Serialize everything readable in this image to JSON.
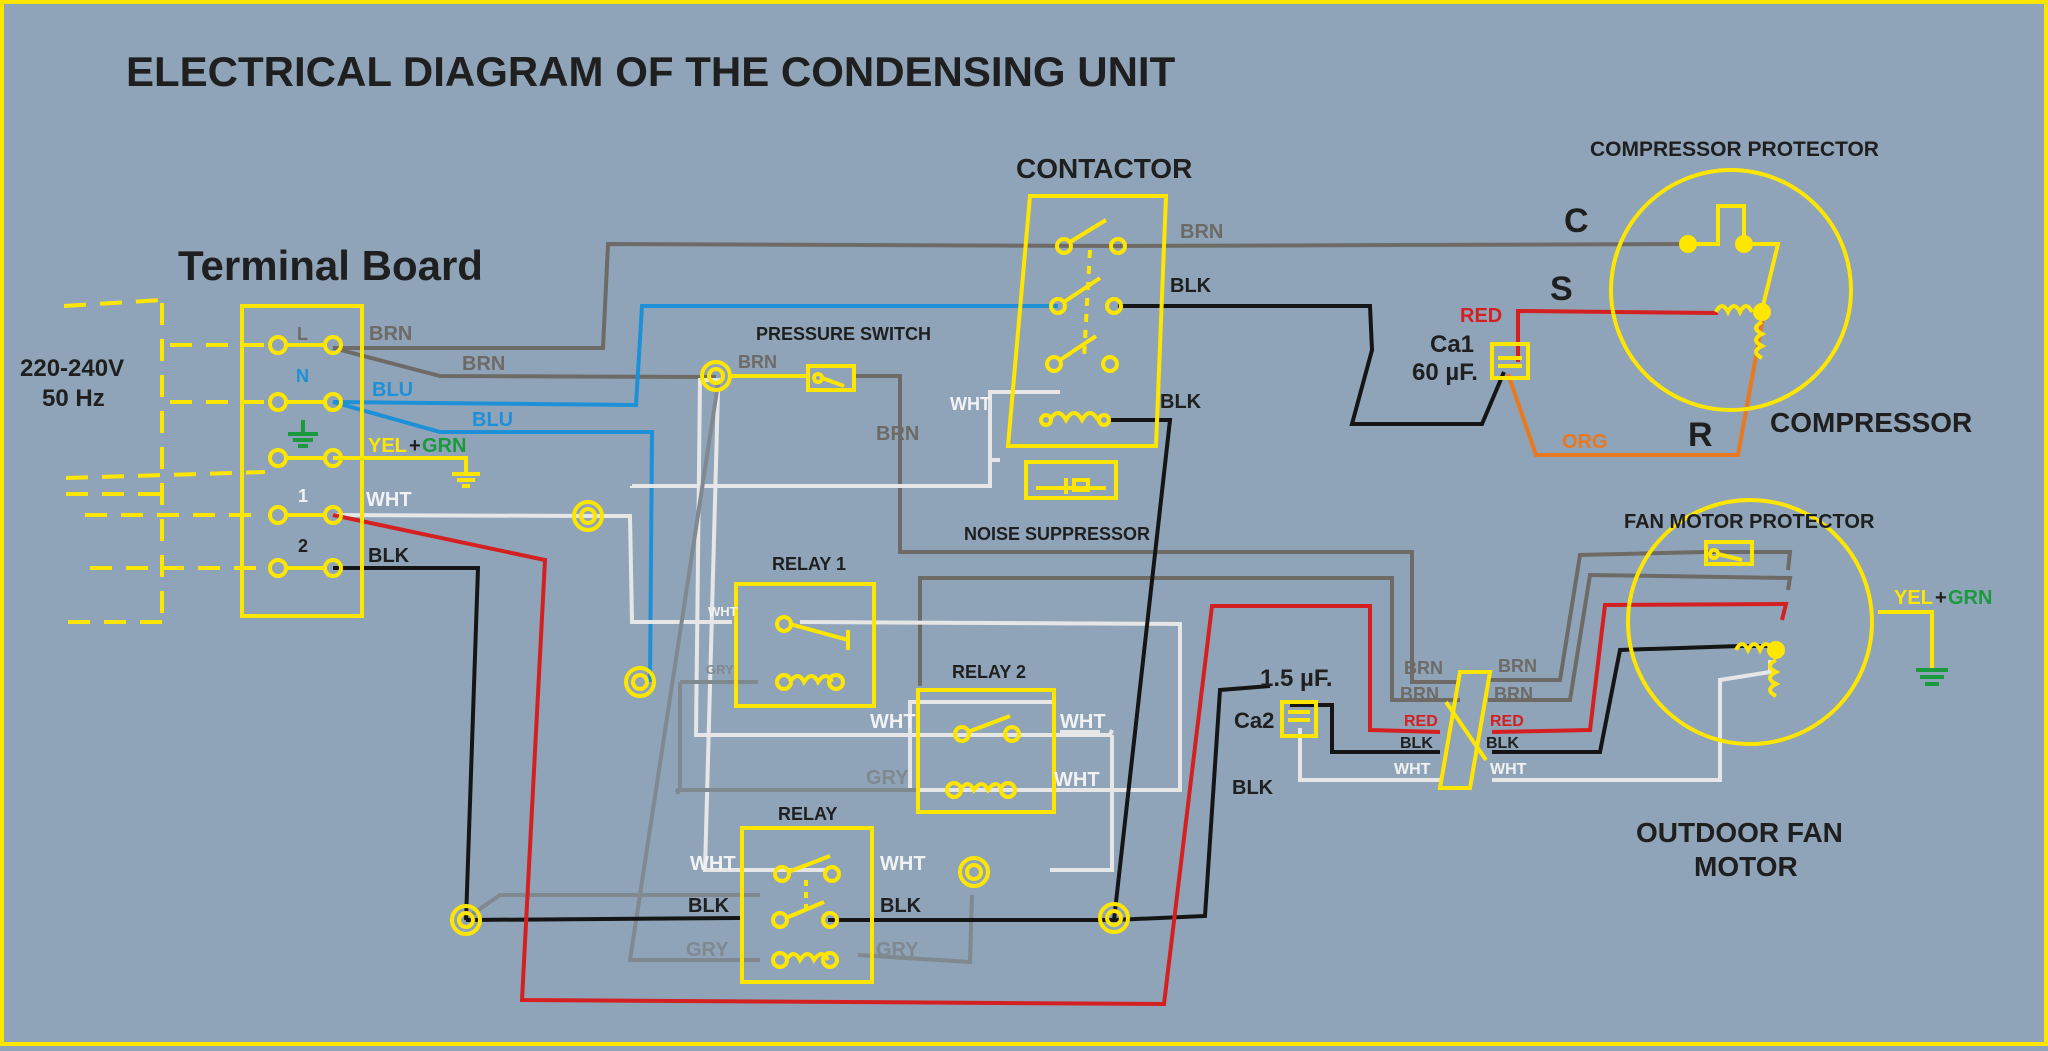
{
  "title": "ELECTRICAL DIAGRAM OF THE CONDENSING UNIT",
  "colors": {
    "background": "#8fa4b8",
    "border": "#ffe600",
    "component": "#ffe600",
    "brown": "#6e6a66",
    "blue": "#1e90d8",
    "white": "#e6e6e6",
    "gray": "#808890",
    "black": "#151515",
    "red": "#d42020",
    "orange": "#e9791e",
    "green": "#1a9a3c",
    "label_dark": "#1f1f1f",
    "label_white": "#f2f2f2"
  },
  "terminal_board": {
    "title": "Terminal Board",
    "supply_voltage": "220-240V",
    "supply_frequency": "50 Hz",
    "terminals": [
      "L",
      "N",
      "1",
      "2"
    ],
    "wire_labels": {
      "brn": "BRN",
      "blu": "BLU",
      "yel": "YEL",
      "plus": "+",
      "grn": "GRN",
      "wht": "WHT",
      "blk": "BLK"
    }
  },
  "contactor": {
    "title": "CONTACTOR"
  },
  "pressure_switch": {
    "title": "PRESSURE SWITCH"
  },
  "noise_suppressor": {
    "title": "NOISE SUPPRESSOR"
  },
  "relay_1": {
    "title": "RELAY 1"
  },
  "relay_2": {
    "title": "RELAY 2"
  },
  "relay": {
    "title": "RELAY"
  },
  "compressor": {
    "title": "COMPRESSOR",
    "protector_title": "COMPRESSOR PROTECTOR",
    "terminal_c": "C",
    "terminal_s": "S",
    "terminal_r": "R",
    "capacitor_name": "Ca1",
    "capacitor_value": "60 µF."
  },
  "fan_motor": {
    "title_line1": "OUTDOOR FAN",
    "title_line2": "MOTOR",
    "protector_title": "FAN MOTOR PROTECTOR",
    "capacitor_name": "Ca2",
    "capacitor_value": "1.5 µF."
  },
  "wire_labels": {
    "brn": "BRN",
    "blk": "BLK",
    "blu": "BLU",
    "wht": "WHT",
    "gry": "GRY",
    "red": "RED",
    "org": "ORG",
    "yel": "YEL",
    "grn": "GRN",
    "plus": "+"
  }
}
